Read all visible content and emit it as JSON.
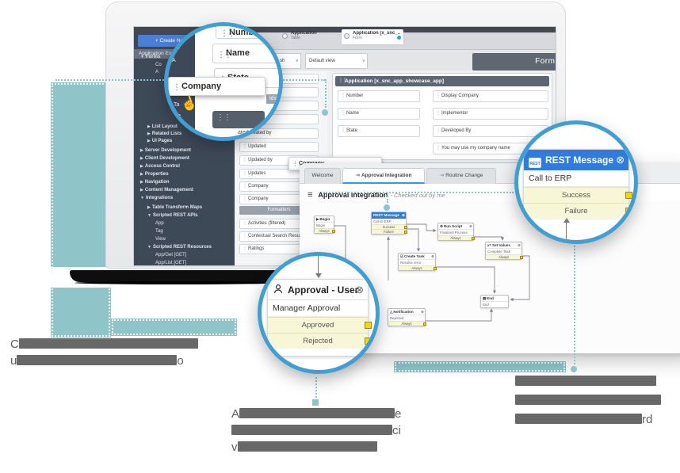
{
  "icons": {
    "plus": "+",
    "tree_expanded": "▼",
    "tree_collapsed": "▶",
    "chevron_down": "∨",
    "hamburger": "≡",
    "close": "⊗",
    "hand_cursor": "☝",
    "workflow_tab": "⇥",
    "begin": "▶",
    "run_script": "⚙",
    "set_values": "x=",
    "create_task": "☑",
    "notification": "△",
    "end": "▤",
    "rest_icon_text": "REST"
  },
  "colors": {
    "teal": "#8fc4c9",
    "lens_ring": "#3f9ed2",
    "rest_blue": "#2e7ce0",
    "node_yellow": "#f7f7d8",
    "pin_yellow": "#f3d51e",
    "accent_blue": "#2f9fe0",
    "sidebar_slate": "#3e4958"
  },
  "app": {
    "sidebar": {
      "create_button": "Create New Application",
      "title": "Application Explorer",
      "items": [
        {
          "label": "Forms"
        },
        {
          "label": "Co"
        },
        {
          "label": "A"
        },
        {
          "label": "List Layout"
        },
        {
          "label": "Related Lists"
        },
        {
          "label": "UI Pages"
        },
        {
          "label": "Server Development"
        },
        {
          "label": "Client Development"
        },
        {
          "label": "Access Control"
        },
        {
          "label": "Properties"
        },
        {
          "label": "Navigation"
        },
        {
          "label": "Content Management"
        },
        {
          "label": "Integrations"
        },
        {
          "label": "Table Transform Maps"
        },
        {
          "label": "Scripted REST APIs"
        },
        {
          "label": "App"
        },
        {
          "label": "Tag"
        },
        {
          "label": "View"
        },
        {
          "label": "Scripted REST Resources"
        },
        {
          "label": "App/Get [GET]"
        },
        {
          "label": "App/List [GET]"
        }
      ]
    },
    "tabs": [
      {
        "title": "Application",
        "subtitle": "Table"
      },
      {
        "title": "Application [x_snc_...",
        "subtitle": "Form"
      }
    ],
    "toolbar": {
      "scope_select": "aco_sh",
      "view_select": "Default view",
      "form_design_label": "Form Design"
    },
    "palette": {
      "items": [
        "Number",
        "Name",
        "State",
        "Created",
        "Created by",
        "Updated",
        "Updated by",
        "Updates",
        "Company",
        "Company"
      ],
      "formatters_header": "Formatters",
      "formatter_items": [
        "Activities (filtered)",
        "Contextual Search Results",
        "Ratings"
      ]
    },
    "form": {
      "header": "Application [x_snc_app_showcase_app]",
      "left_fields": [
        "Number",
        "Name",
        "State"
      ],
      "right_fields": [
        "Display Company",
        "Implementor",
        "Developed By",
        "You may use my company name"
      ],
      "drag_ghost": "Company"
    }
  },
  "workflow": {
    "tabs": [
      "Welcome",
      "Approval Integration",
      "Routine Change"
    ],
    "title": "Approval Integration",
    "status": "- Checked out by me",
    "nodes": {
      "begin": {
        "title": "Begin",
        "subtitle": "Begin",
        "outputs": [
          "Always"
        ]
      },
      "rest": {
        "title": "REST Message",
        "subtitle": "Call to ERP",
        "outputs": [
          "Success",
          "Failure"
        ]
      },
      "run_script": {
        "title": "Run Script",
        "subtitle": "Finalized Process",
        "outputs": [
          "Always"
        ]
      },
      "set_values": {
        "title": "Set Values",
        "subtitle": "Complete Task",
        "outputs": [
          "Always"
        ]
      },
      "create_task": {
        "title": "Create Task",
        "subtitle": "Resolve error",
        "outputs": [
          "Always"
        ]
      },
      "notification": {
        "title": "Notification",
        "subtitle": "Rejected",
        "outputs": [
          "Always"
        ]
      },
      "end": {
        "title": "End",
        "subtitle": "End"
      }
    }
  },
  "lens_company": {
    "chip": "Company",
    "chips": [
      "Number",
      "Name",
      "State"
    ],
    "sidebar_fragments": [
      "Co",
      "A",
      "S",
      "Ta",
      "Vie",
      "List Layo",
      "Related L"
    ],
    "header_fragment": "lds",
    "below_fragment": "ated by"
  },
  "lens_approval": {
    "title": "Approval - User",
    "subtitle": "Manager Approval",
    "outputs": [
      "Approved",
      "Rejected"
    ]
  },
  "captions": {
    "left": {
      "lines": [
        {
          "pre": "C",
          "suf": ""
        },
        {
          "pre": "u",
          "suf": "o"
        }
      ]
    },
    "middle": {
      "lines": [
        {
          "pre": "A",
          "suf": "e"
        },
        {
          "pre": "",
          "suf": "ci"
        },
        {
          "pre": "v",
          "suf": ""
        }
      ]
    },
    "right": {
      "lines": [
        {
          "pre": "",
          "suf": ""
        },
        {
          "pre": "",
          "suf": ""
        },
        {
          "pre": "",
          "suf": "rd"
        }
      ]
    }
  }
}
